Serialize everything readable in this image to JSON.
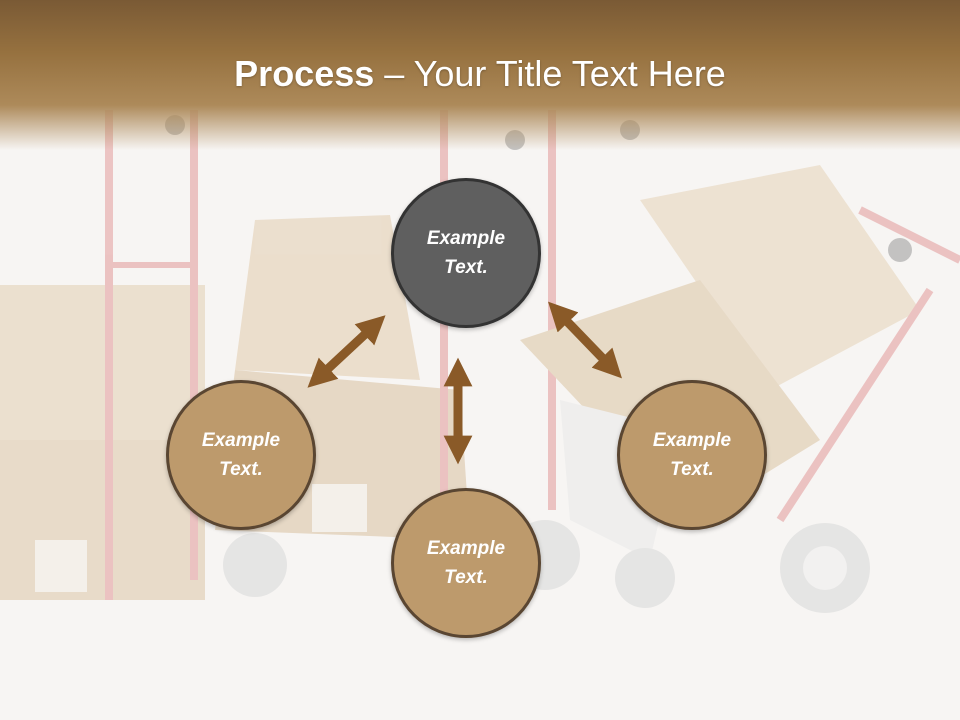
{
  "slide": {
    "title_bold": "Process",
    "title_rest": " – Your Title Text Here"
  },
  "diagram": {
    "center": "Example\nText.",
    "left": "Example\nText.",
    "right": "Example\nText.",
    "bottom": "Example\nText."
  },
  "colors": {
    "header": "#8b6a40",
    "node_fill": "#bd9a6c",
    "node_center_fill": "#5f5f5f",
    "arrow": "#8a5a28"
  }
}
